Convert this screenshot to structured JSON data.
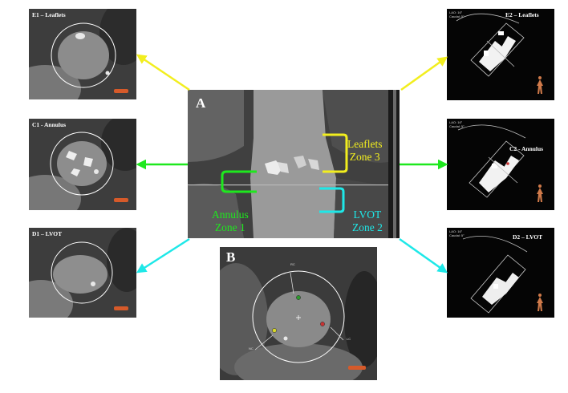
{
  "colors": {
    "leaflets": "#f2ee1e",
    "annulus": "#1ee81e",
    "lvot": "#1ee8e8",
    "background": "#ffffff"
  },
  "main_panel": {
    "label": "A",
    "leaflets_zone": {
      "line1": "Leaflets",
      "line2": "Zone 3"
    },
    "annulus_zone": {
      "line1": "Annulus",
      "line2": "Zone 1"
    },
    "lvot_zone": {
      "line1": "LVOT",
      "line2": "Zone 2"
    }
  },
  "axial_panel": {
    "label": "B",
    "markers": {
      "top": "RC",
      "left": "NC",
      "right": "LC"
    }
  },
  "left_panels": [
    {
      "title": "E1 – Leaflets",
      "region": "leaflets"
    },
    {
      "title": "C1 - Annulus",
      "region": "annulus"
    },
    {
      "title": "D1 – LVOT",
      "region": "lvot"
    }
  ],
  "right_panels": [
    {
      "title": "E2 – Leaflets",
      "region": "leaflets",
      "view_info": "LAO: 16°\nCaudal: 5°"
    },
    {
      "title": "C2 - Annulus",
      "region": "annulus",
      "view_info": "LAO: 16°\nCaudal: 5°"
    },
    {
      "title": "D2 – LVOT",
      "region": "lvot",
      "view_info": "LAO: 16°\nCaudal: 5°"
    }
  ]
}
